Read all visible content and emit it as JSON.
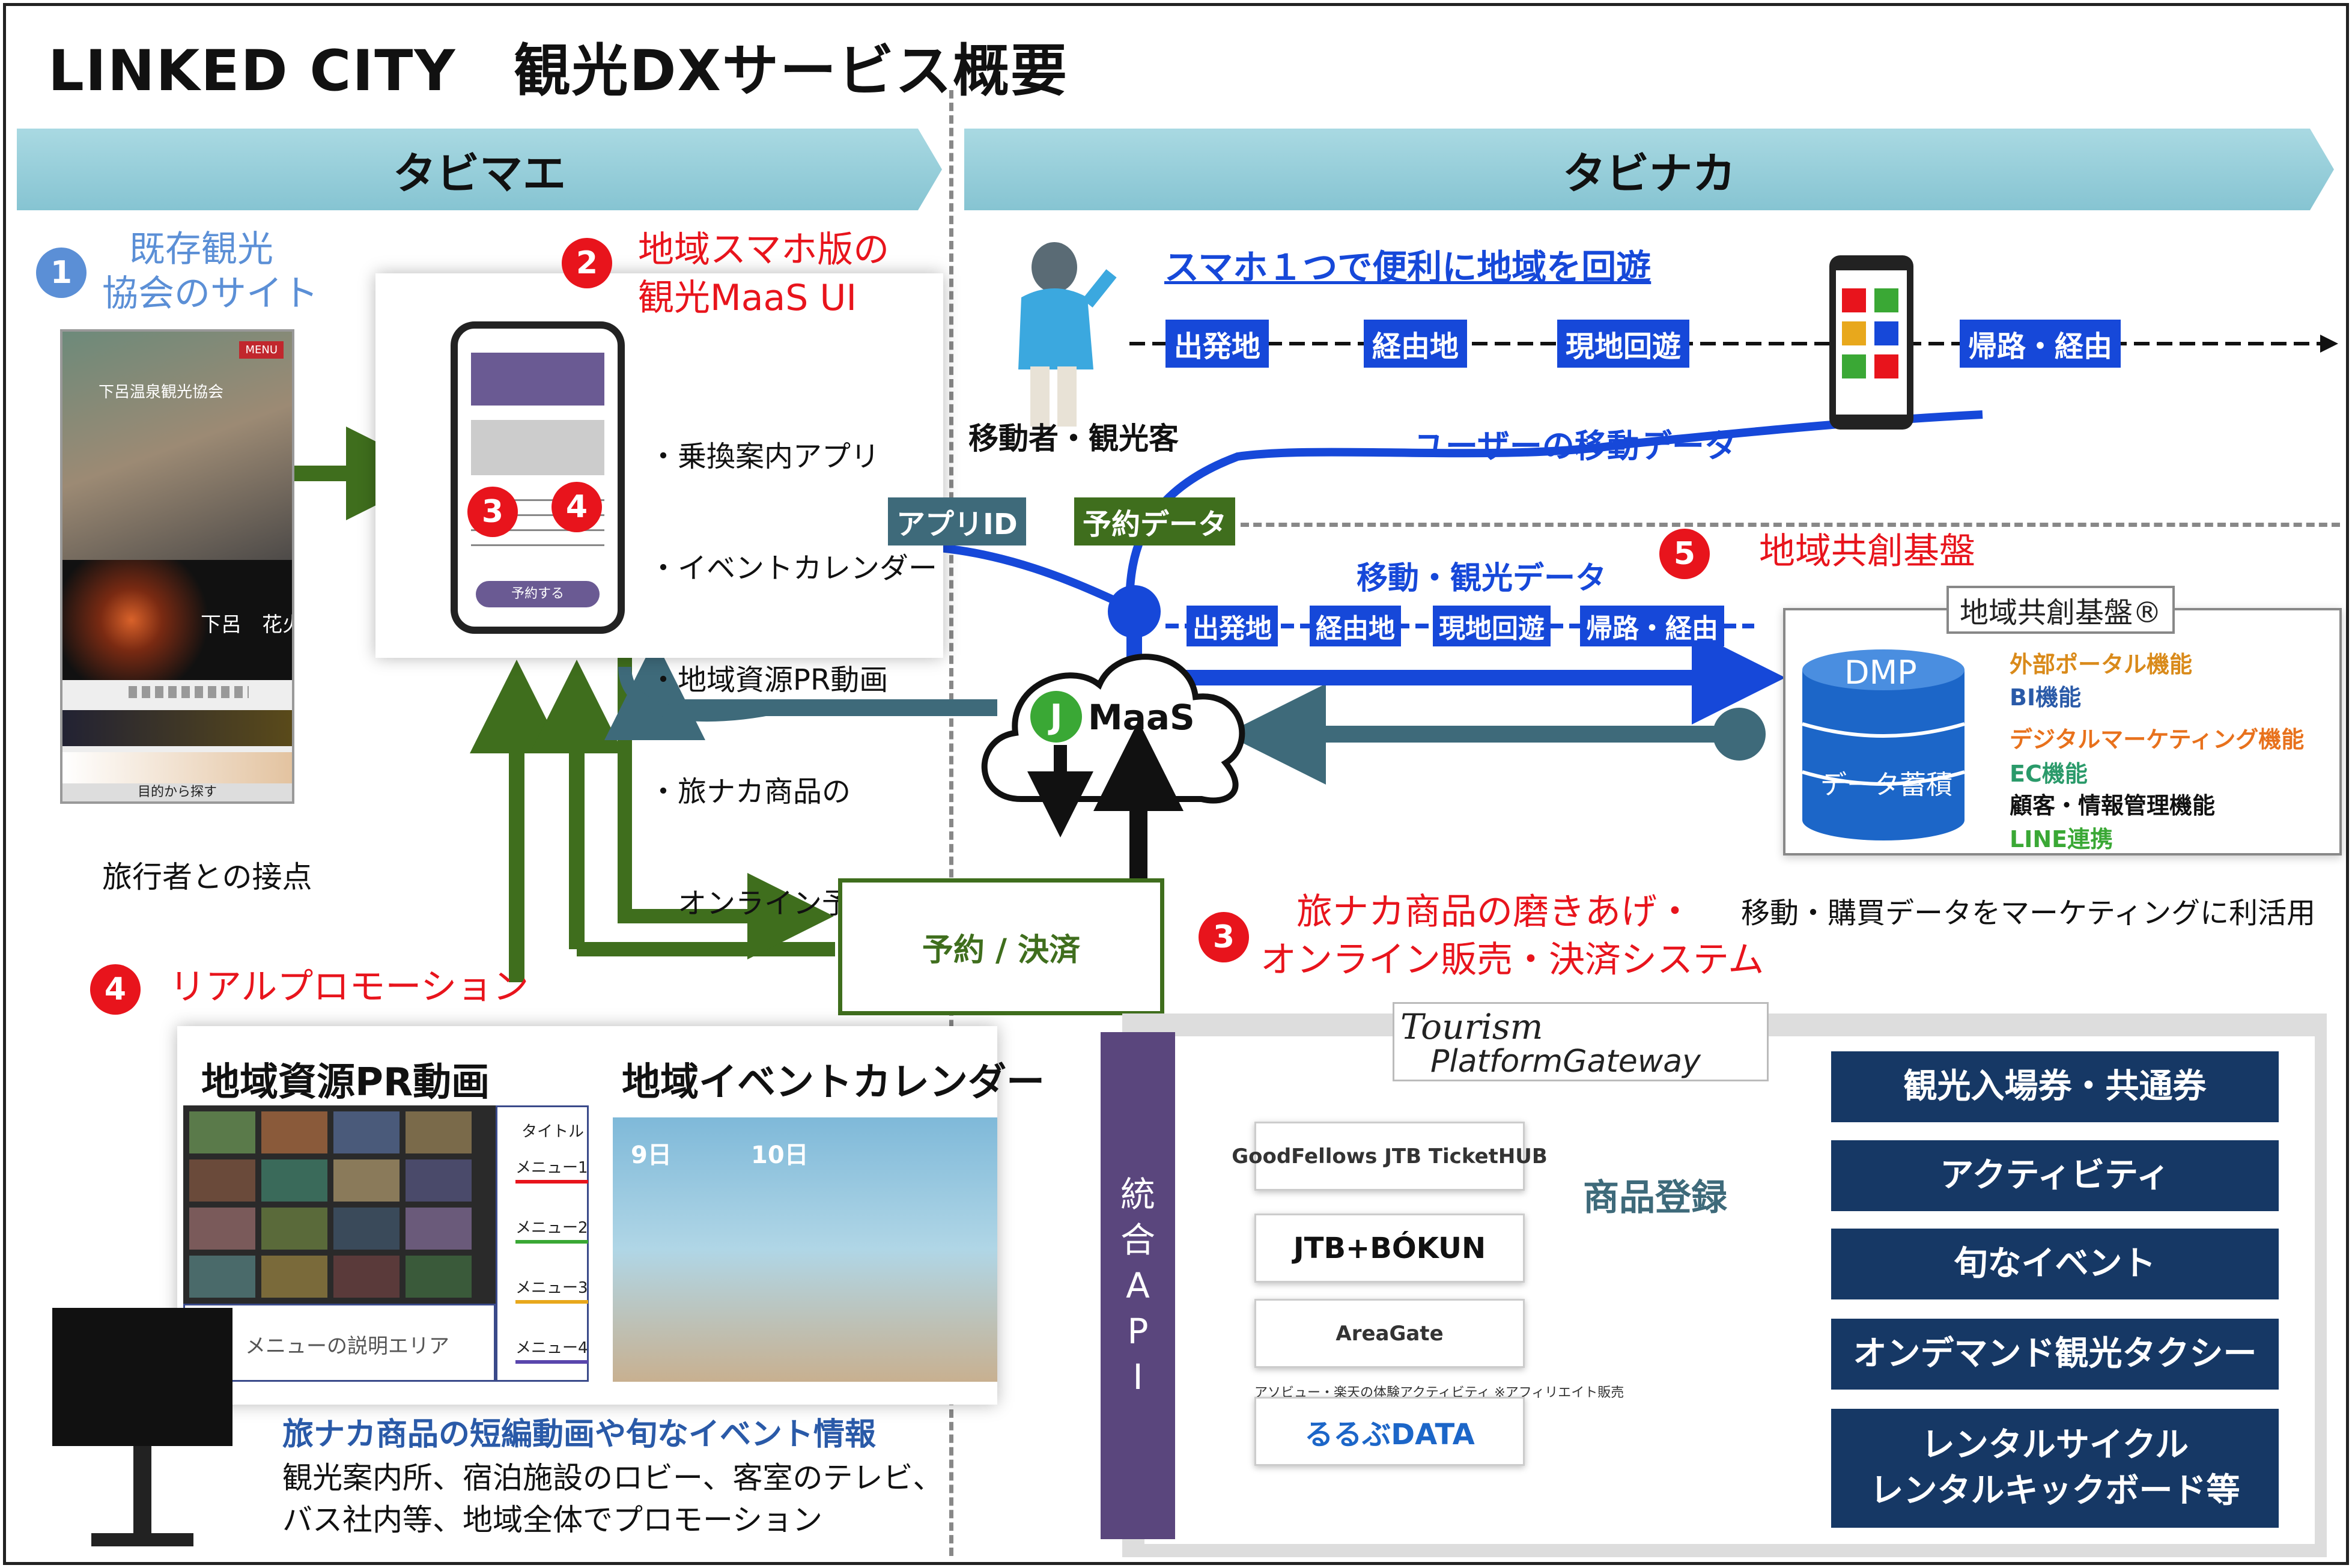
{
  "title": "LINKED CITY　観光DXサービス概要",
  "bands": {
    "left": "タビマエ",
    "right": "タビナカ"
  },
  "numbers": [
    "1",
    "2",
    "3",
    "4",
    "5"
  ],
  "existing_site": {
    "label_line1": "既存観光",
    "label_line2": "協会のサイト",
    "site_name": "下呂温泉観光協会",
    "menu": "MENU",
    "hero_text": "下呂　花火",
    "footer": "目的から探す",
    "caption": "旅行者との接点"
  },
  "maas_ui": {
    "label_line1": "地域スマホ版の",
    "label_line2": "観光MaaS UI",
    "phone_button": "予約する",
    "features": [
      "・乗換案内アプリ",
      "・イベントカレンダー",
      "・地域資源PR動画",
      "・旅ナカ商品の",
      "　オンライン予約"
    ]
  },
  "tabinaka": {
    "headline": "スマホ１つで便利に地域を回遊",
    "traveler": "移動者・観光客",
    "route": [
      "出発地",
      "経由地",
      "現地回遊",
      "帰路・経由"
    ],
    "user_move_data": "ユーザーの移動データ",
    "tag_app_id": "アプリID",
    "tag_reservation_data": "予約データ",
    "move_tourism_data": "移動・観光データ",
    "route2": [
      "出発地",
      "経由地",
      "現地回遊",
      "帰路・経由"
    ]
  },
  "platform": {
    "label": "地域共創基盤",
    "box_title": "地域共創基盤®",
    "dmp": "DMP",
    "storage": "データ蓄積",
    "features": [
      "外部ポータル機能",
      "BI機能",
      "デジタルマーケティング機能",
      "EC機能",
      "顧客・情報管理機能",
      "LINE連携"
    ],
    "feature_colors": [
      "#d98a1a",
      "#2a5aa8",
      "#e8711c",
      "#2a9a6a",
      "#7a1a2a",
      "#3aa835"
    ],
    "caption": "移動・購買データをマーケティングに利活用"
  },
  "maas_logo": {
    "letter": "J",
    "text": "MaaS"
  },
  "reservation": {
    "label": "予約 / 決済"
  },
  "product_system": {
    "line1": "旅ナカ商品の磨きあげ・",
    "line2": "オンライン販売・決済システム"
  },
  "gateway": {
    "logo_line1": "Tourism",
    "logo_line2": "PlatformGateway",
    "api_chars": [
      "統",
      "合",
      "A",
      "P",
      "I"
    ],
    "partners": [
      "GoodFellows JTB TicketHUB",
      "JTB+BÓKUN",
      "AreaGate",
      "るるぶDATA"
    ],
    "partner_note": "アソビュー・楽天の体験アクティビティ ※アフィリエイト販売",
    "register_label": "商品登録",
    "products": [
      "観光入場券・共通券",
      "アクティビティ",
      "旬なイベント",
      "オンデマンド観光タクシー",
      "レンタルサイクル\nレンタルキックボード等"
    ]
  },
  "real_promotion": {
    "label": "リアルプロモーション",
    "pr_video_title": "地域資源PR動画",
    "event_calendar_title": "地域イベントカレンダー",
    "menu_title": "タイトル",
    "menu_items": [
      "メニュー1",
      "メニュー2",
      "メニュー3",
      "メニュー4"
    ],
    "menu_item_colors": [
      "#e8141c",
      "#3aa835",
      "#e8a81c",
      "#5a46ad"
    ],
    "menu_desc": "メニューの説明エリア",
    "cal_days": [
      "9日",
      "10日"
    ],
    "caption_bold": "旅ナカ商品の短編動画や旬なイベント情報",
    "caption_line1": "観光案内所、宿泊施設のロビー、客室のテレビ、",
    "caption_line2": "バス社内等、地域全体でプロモーション"
  },
  "colors": {
    "green": "#3f6e1d",
    "teal": "#3e6a7a",
    "blue": "#1648d9",
    "red": "#e8141c",
    "navy": "#163865",
    "purple": "#5a467d"
  }
}
